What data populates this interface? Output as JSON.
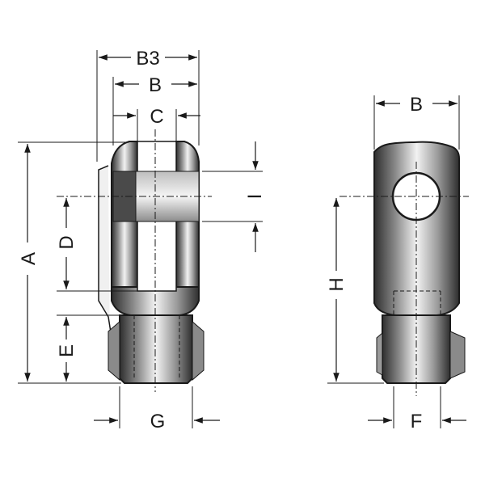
{
  "labels": {
    "b3": "B3",
    "b_front": "B",
    "c": "C",
    "i": "I",
    "a": "A",
    "d": "D",
    "e": "E",
    "g": "G",
    "b_side": "B",
    "h": "H",
    "f": "F"
  },
  "colors": {
    "line": "#1a1a1a",
    "metal_dark": "#3a3a3a",
    "metal_light": "#e8e8e8",
    "background": "#ffffff"
  }
}
